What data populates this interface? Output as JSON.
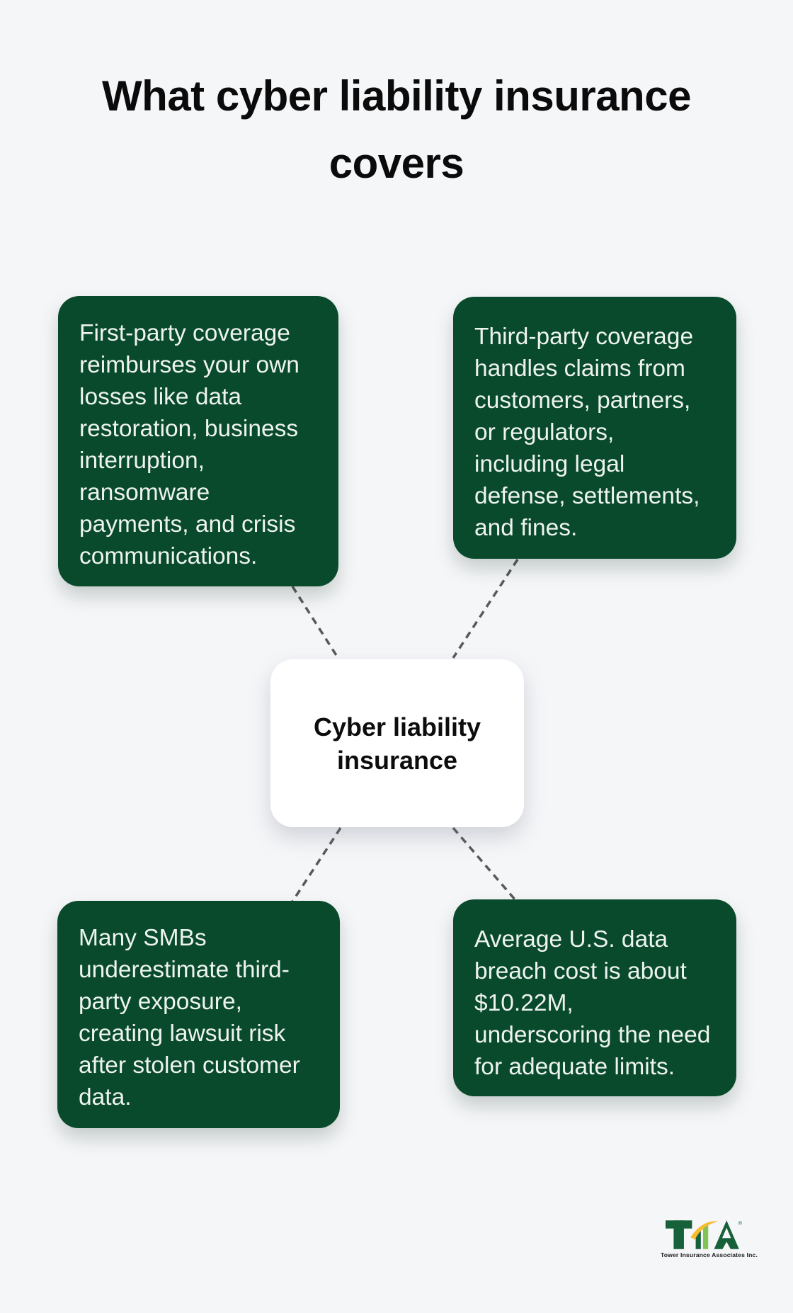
{
  "title": {
    "lines": [
      "What cyber liability insurance",
      "covers"
    ]
  },
  "center_node": {
    "lines": [
      "Cyber liability",
      "insurance"
    ]
  },
  "nodes": [
    {
      "id": "first-party-coverage",
      "position": "top-left",
      "lines": [
        "First-party coverage",
        "reimburses your own",
        "losses like data",
        "restoration, business",
        "interruption,",
        "ransomware",
        "payments, and crisis",
        "communications."
      ]
    },
    {
      "id": "third-party-coverage",
      "position": "top-right",
      "lines": [
        "Third-party coverage",
        "handles claims from",
        "customers, partners,",
        "or regulators,",
        "including legal",
        "defense, settlements,",
        "and fines."
      ]
    },
    {
      "id": "smb-underestimate",
      "position": "bottom-left",
      "lines": [
        "Many SMBs",
        "underestimate third-",
        "party exposure,",
        "creating lawsuit risk",
        "after stolen customer",
        "data."
      ]
    },
    {
      "id": "breach-cost",
      "position": "bottom-right",
      "lines": [
        "Average U.S. data",
        "breach cost is about",
        "$10.22M,",
        "underscoring the need",
        "for adequate limits."
      ]
    }
  ],
  "logo": {
    "acronym": "TIA",
    "registered": "®",
    "company": "Tower Insurance Associates Inc."
  },
  "colors": {
    "background": "#f5f6f8",
    "node_green": "#084a2b",
    "node_text": "#eef3ef",
    "title_text": "#0b0b0c",
    "center_bg": "#ffffff",
    "connector_gray": "#58595b",
    "logo_dark_green": "#17613a",
    "logo_light_green": "#7fc455",
    "logo_yellow": "#f6bb2f"
  }
}
